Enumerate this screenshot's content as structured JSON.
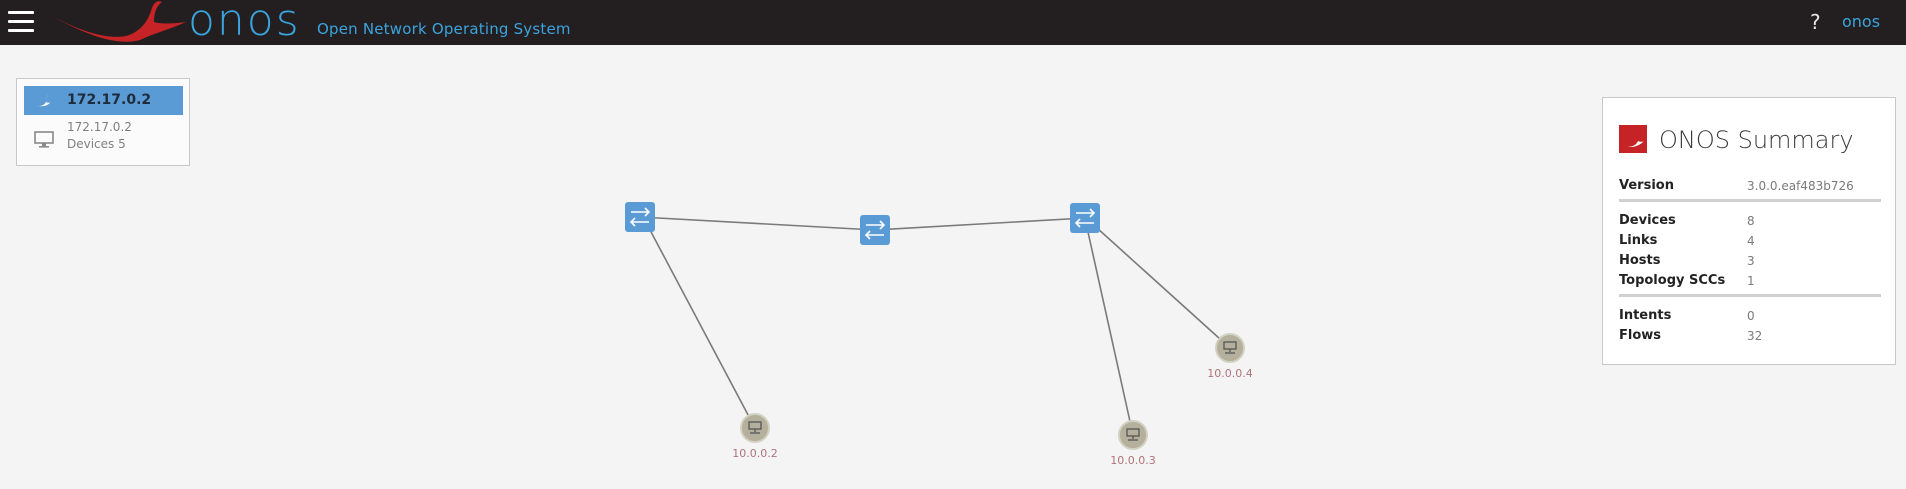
{
  "masthead": {
    "app_title": "Open Network Operating System",
    "help_label": "?",
    "user_label": "onos",
    "background": "#231f20",
    "accent": "#3aa4df",
    "logo_wordmark": "onos",
    "icons": {
      "menu": "hamburger-icon",
      "logo": "onos-bird-logo"
    }
  },
  "instance_panel": {
    "header_name": "172.17.0.2",
    "ip": "172.17.0.2",
    "devices": "Devices 5",
    "header_color": "#5b9bd5",
    "icons": {
      "header": "onos-bird-icon",
      "body": "monitor-icon"
    }
  },
  "topology": {
    "link_color": "#7a7a7a",
    "device_color": "#5b9bd5",
    "host_color": "#b4b09c",
    "hosts": [
      {
        "label": "10.0.0.2"
      },
      {
        "label": "10.0.0.3"
      },
      {
        "label": "10.0.0.4"
      }
    ]
  },
  "summary": {
    "title": "ONOS Summary",
    "rows": [
      {
        "label": "Version",
        "value": "3.0.0.eaf483b726"
      },
      {
        "label": "Devices",
        "value": "8"
      },
      {
        "label": "Links",
        "value": "4"
      },
      {
        "label": "Hosts",
        "value": "3"
      },
      {
        "label": "Topology SCCs",
        "value": "1"
      },
      {
        "label": "Intents",
        "value": "0"
      },
      {
        "label": "Flows",
        "value": "32"
      }
    ],
    "logo_color": "#c62326"
  }
}
